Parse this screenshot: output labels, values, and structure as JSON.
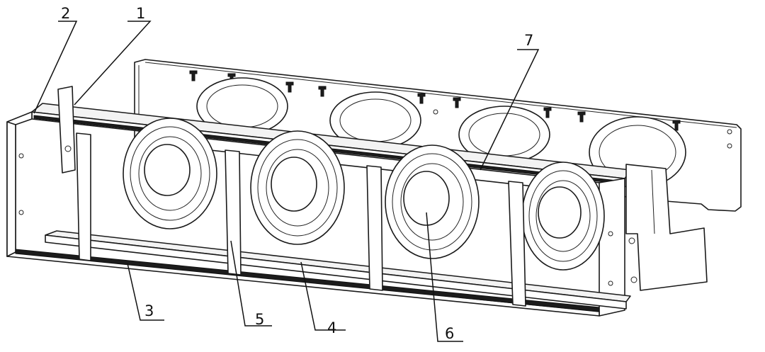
{
  "figure": {
    "labels": [
      {
        "id": "callout-1",
        "text": "1"
      },
      {
        "id": "callout-2",
        "text": "2"
      },
      {
        "id": "callout-3",
        "text": "3"
      },
      {
        "id": "callout-4",
        "text": "4"
      },
      {
        "id": "callout-5",
        "text": "5"
      },
      {
        "id": "callout-6",
        "text": "6"
      },
      {
        "id": "callout-7",
        "text": "7"
      }
    ],
    "colors": {
      "line": "#1a1a1a",
      "background": "#ffffff",
      "shade": "#f3f3f3"
    }
  }
}
